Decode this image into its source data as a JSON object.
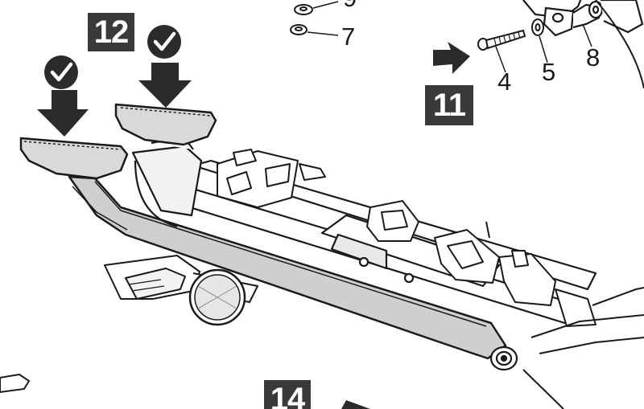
{
  "colors": {
    "ink": "#1a1a1a",
    "badge": "#3a3a3c",
    "arrow": "#2b2b2b",
    "paper": "#ffffff",
    "panel_gray": "#d9d9d9",
    "rail_gray": "#c8c8c8"
  },
  "steps": {
    "step_11": "11",
    "step_12": "12",
    "step_14": "14"
  },
  "parts": {
    "part_4": "4",
    "part_5": "5",
    "part_7": "7",
    "part_8": "8",
    "part_9_partial": "9"
  },
  "icons": [
    "check-icon",
    "arrow-down-icon",
    "arrow-right-icon"
  ]
}
